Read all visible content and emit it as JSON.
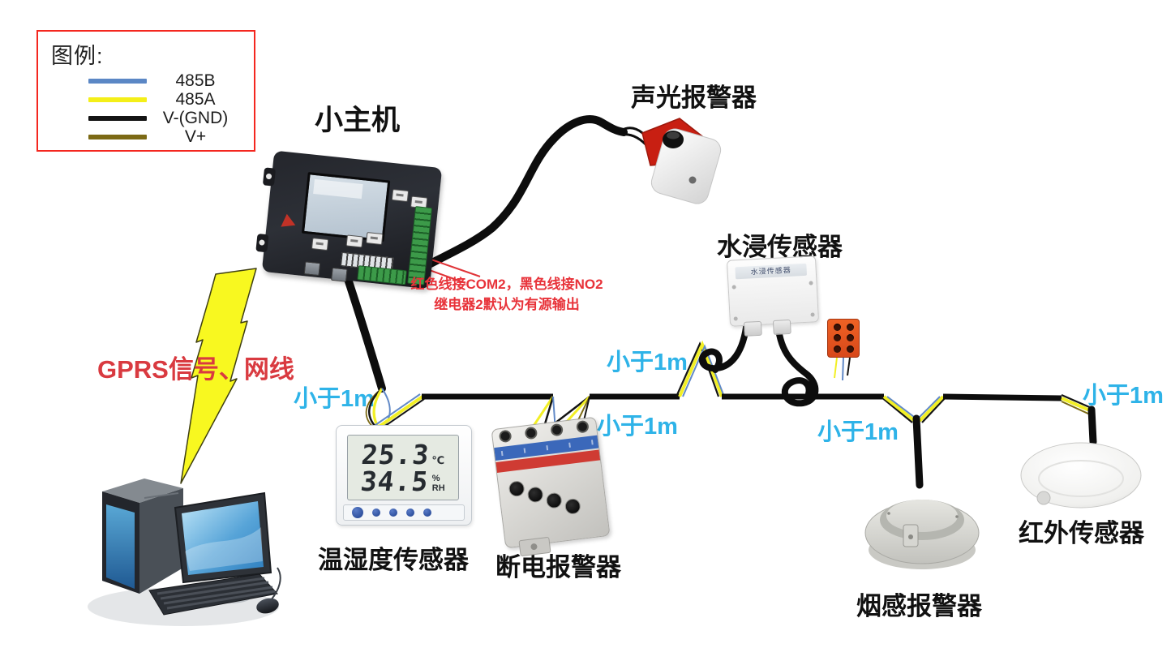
{
  "legend": {
    "title": "图例:",
    "items": [
      {
        "label": "485B",
        "color": "#5b87c5"
      },
      {
        "label": "485A",
        "color": "#f4ef18"
      },
      {
        "label": "V-(GND)",
        "color": "#141414"
      },
      {
        "label": "V+",
        "color": "#7c6a15"
      }
    ]
  },
  "labels": {
    "host": "小主机",
    "sound_light_alarm": "声光报警器",
    "water_sensor": "水浸传感器",
    "temp_humidity_sensor": "温湿度传感器",
    "power_failure_alarm": "断电报警器",
    "smoke_alarm": "烟感报警器",
    "infrared_sensor": "红外传感器"
  },
  "readouts": {
    "temperature_value": "25.3",
    "temperature_unit": "℃",
    "humidity_value": "34.5",
    "humidity_unit_percent": "%",
    "humidity_unit_rh": "RH"
  },
  "annotations": {
    "gprs_link": {
      "text": "GPRS信号、网线",
      "color": "#d93a40"
    },
    "relay_note": {
      "line1": "红色线接COM2，黑色线接NO2",
      "line2": "继电器2默认为有源输出",
      "color": "#e8333a"
    },
    "distance_label_color": "#2eb3e8",
    "distance_labels": [
      "小于1m",
      "小于1m",
      "小于1m",
      "小于1m",
      "小于1m"
    ]
  },
  "plates": {
    "water_sensor_plate": "水浸传感器"
  },
  "wire_colors": {
    "bus_cable": "#0d0d0d",
    "rs485_b_blue": "#6189c7",
    "rs485_a_yellow": "#f2ef25",
    "v_minus_black": "#141414",
    "v_plus_olive": "#7c6a15"
  }
}
